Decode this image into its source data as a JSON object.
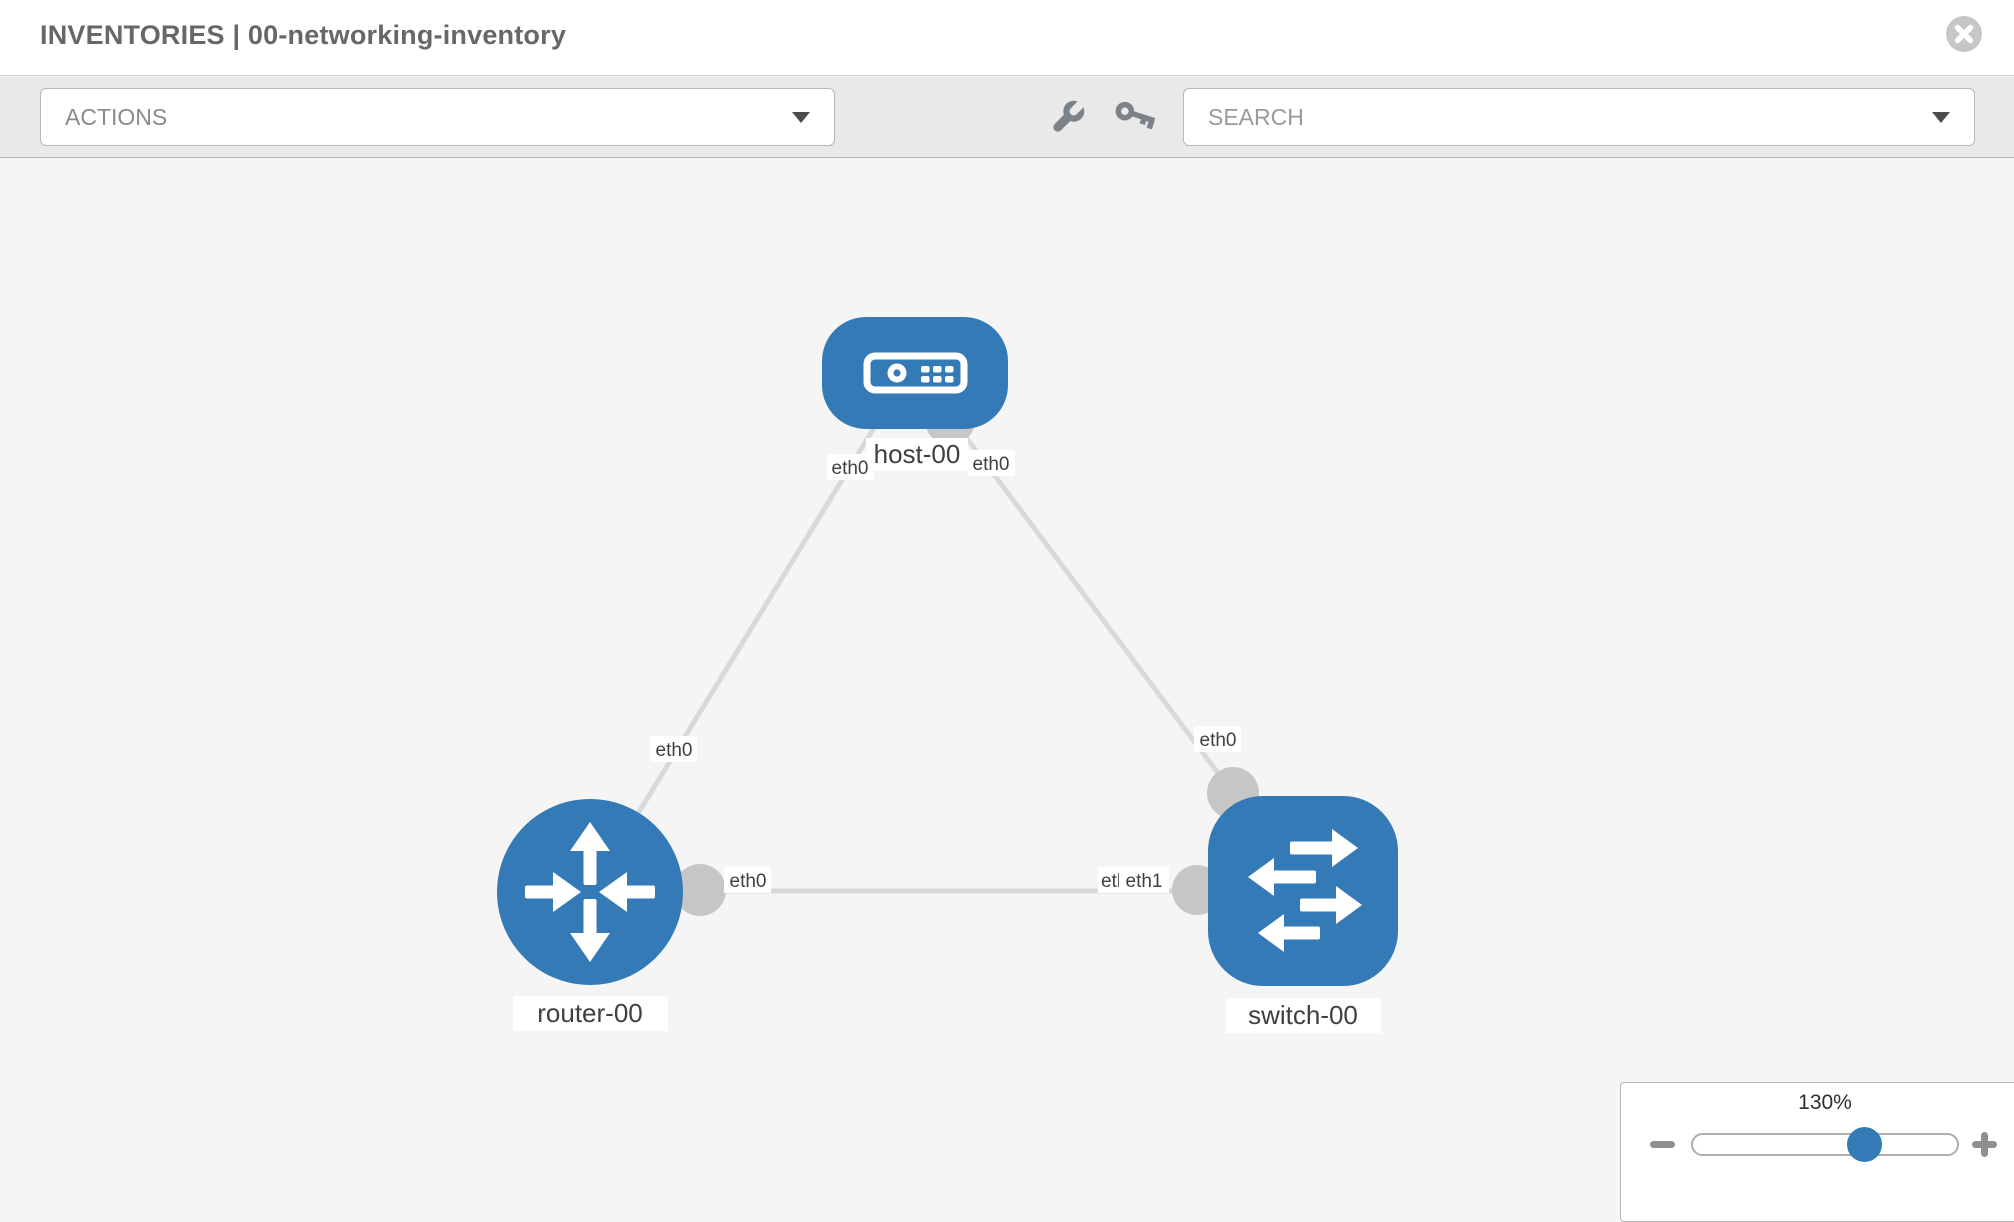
{
  "header": {
    "title": "INVENTORIES | 00-networking-inventory"
  },
  "toolbar": {
    "actions_label": "ACTIONS",
    "search_placeholder": "SEARCH",
    "icons": [
      "wrench-icon",
      "key-icon"
    ]
  },
  "topology": {
    "nodes": [
      {
        "id": "host-00",
        "type": "host",
        "label": "host-00"
      },
      {
        "id": "router-00",
        "type": "router",
        "label": "router-00"
      },
      {
        "id": "switch-00",
        "type": "switch",
        "label": "switch-00"
      }
    ],
    "links": [
      {
        "from": "host-00",
        "to": "router-00",
        "labels": {
          "at_host": "eth0",
          "mid": "eth0"
        }
      },
      {
        "from": "host-00",
        "to": "switch-00",
        "labels": {
          "at_host": "eth0",
          "mid": "eth0"
        }
      },
      {
        "from": "router-00",
        "to": "switch-00",
        "labels": {
          "near_router": "eth0",
          "near_switch_back": "eth",
          "near_switch_front": "eth1"
        }
      }
    ]
  },
  "zoom_control": {
    "value": "130%"
  },
  "colors": {
    "node_fill": "#337ab7",
    "link_stroke": "#d9d9d9",
    "endpoint_fill": "#c6c6c6",
    "toolbar_bg": "#e9e9e9",
    "canvas_bg": "#f5f5f5"
  }
}
